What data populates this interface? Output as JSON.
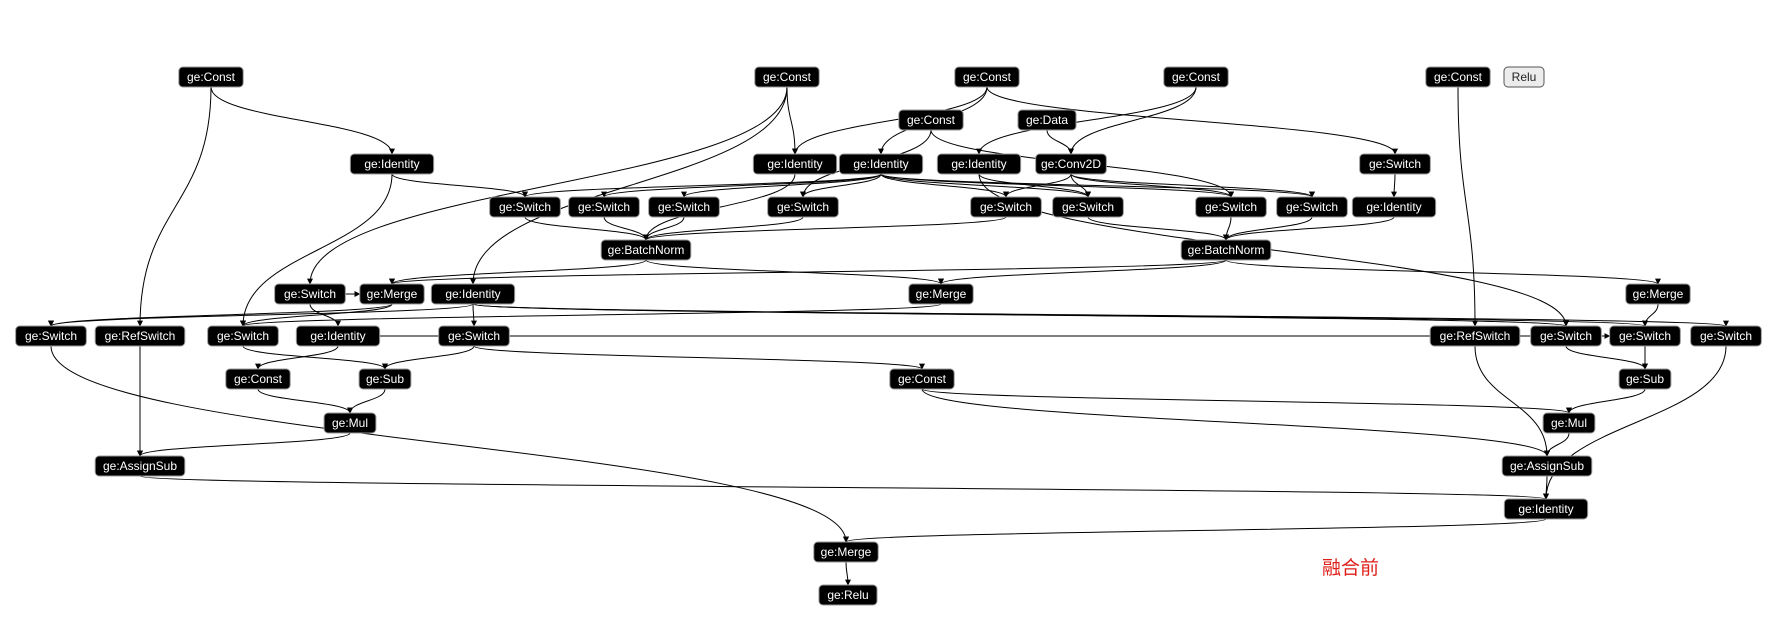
{
  "nodes": [
    {
      "id": "c1",
      "label": "ge:Const"
    },
    {
      "id": "c2",
      "label": "ge:Const"
    },
    {
      "id": "c3",
      "label": "ge:Const"
    },
    {
      "id": "c4",
      "label": "ge:Const"
    },
    {
      "id": "c5",
      "label": "ge:Const"
    },
    {
      "id": "relu0",
      "label": "Relu",
      "style": "light"
    },
    {
      "id": "c6",
      "label": "ge:Const"
    },
    {
      "id": "data",
      "label": "ge:Data"
    },
    {
      "id": "id1",
      "label": "ge:Identity"
    },
    {
      "id": "id2",
      "label": "ge:Identity"
    },
    {
      "id": "id3",
      "label": "ge:Identity"
    },
    {
      "id": "id4",
      "label": "ge:Identity"
    },
    {
      "id": "conv",
      "label": "ge:Conv2D"
    },
    {
      "id": "sw0",
      "label": "ge:Switch"
    },
    {
      "id": "sw1",
      "label": "ge:Switch"
    },
    {
      "id": "sw2",
      "label": "ge:Switch"
    },
    {
      "id": "sw3",
      "label": "ge:Switch"
    },
    {
      "id": "sw4",
      "label": "ge:Switch"
    },
    {
      "id": "sw5",
      "label": "ge:Switch"
    },
    {
      "id": "sw6",
      "label": "ge:Switch"
    },
    {
      "id": "sw7",
      "label": "ge:Switch"
    },
    {
      "id": "sw8",
      "label": "ge:Switch"
    },
    {
      "id": "id5",
      "label": "ge:Identity"
    },
    {
      "id": "bn1",
      "label": "ge:BatchNorm"
    },
    {
      "id": "bn2",
      "label": "ge:BatchNorm"
    },
    {
      "id": "sw9",
      "label": "ge:Switch"
    },
    {
      "id": "m1",
      "label": "ge:Merge"
    },
    {
      "id": "id6",
      "label": "ge:Identity"
    },
    {
      "id": "m2",
      "label": "ge:Merge"
    },
    {
      "id": "m3",
      "label": "ge:Merge"
    },
    {
      "id": "sw10",
      "label": "ge:Switch"
    },
    {
      "id": "rs1",
      "label": "ge:RefSwitch"
    },
    {
      "id": "sw11",
      "label": "ge:Switch"
    },
    {
      "id": "id7",
      "label": "ge:Identity"
    },
    {
      "id": "sw12",
      "label": "ge:Switch"
    },
    {
      "id": "rs2",
      "label": "ge:RefSwitch"
    },
    {
      "id": "sw13",
      "label": "ge:Switch"
    },
    {
      "id": "sw14",
      "label": "ge:Switch"
    },
    {
      "id": "sw15",
      "label": "ge:Switch"
    },
    {
      "id": "c7",
      "label": "ge:Const"
    },
    {
      "id": "sub1",
      "label": "ge:Sub"
    },
    {
      "id": "c8",
      "label": "ge:Const"
    },
    {
      "id": "sub2",
      "label": "ge:Sub"
    },
    {
      "id": "mul1",
      "label": "ge:Mul"
    },
    {
      "id": "mul2",
      "label": "ge:Mul"
    },
    {
      "id": "as1",
      "label": "ge:AssignSub"
    },
    {
      "id": "as2",
      "label": "ge:AssignSub"
    },
    {
      "id": "id8",
      "label": "ge:Identity"
    },
    {
      "id": "m4",
      "label": "ge:Merge"
    },
    {
      "id": "relu",
      "label": "ge:Relu"
    }
  ],
  "edges": [
    [
      "c1",
      "id1"
    ],
    [
      "c1",
      "rs1"
    ],
    [
      "c2",
      "sw9"
    ],
    [
      "c2",
      "id6"
    ],
    [
      "c2",
      "id2"
    ],
    [
      "c3",
      "id2"
    ],
    [
      "c3",
      "id3"
    ],
    [
      "c3",
      "sw8"
    ],
    [
      "c4",
      "conv"
    ],
    [
      "c4",
      "id4"
    ],
    [
      "c5",
      "rs2"
    ],
    [
      "c6",
      "sw3"
    ],
    [
      "c6",
      "sw6"
    ],
    [
      "data",
      "conv"
    ],
    [
      "id1",
      "sw0"
    ],
    [
      "id1",
      "sw11"
    ],
    [
      "id2",
      "bn1"
    ],
    [
      "id3",
      "sw0"
    ],
    [
      "id3",
      "sw1"
    ],
    [
      "id3",
      "sw2"
    ],
    [
      "id3",
      "sw3"
    ],
    [
      "id3",
      "sw4"
    ],
    [
      "id3",
      "sw5"
    ],
    [
      "id3",
      "sw6"
    ],
    [
      "id3",
      "sw7"
    ],
    [
      "id4",
      "sw5"
    ],
    [
      "id4",
      "sw13"
    ],
    [
      "conv",
      "sw4"
    ],
    [
      "conv",
      "sw5"
    ],
    [
      "conv",
      "sw6"
    ],
    [
      "conv",
      "sw7"
    ],
    [
      "sw8",
      "id5"
    ],
    [
      "sw0",
      "bn1"
    ],
    [
      "sw1",
      "bn1"
    ],
    [
      "sw2",
      "bn1"
    ],
    [
      "sw3",
      "bn1"
    ],
    [
      "sw4",
      "bn1"
    ],
    [
      "sw5",
      "bn2"
    ],
    [
      "sw6",
      "bn2"
    ],
    [
      "sw7",
      "bn2"
    ],
    [
      "id5",
      "bn2"
    ],
    [
      "bn1",
      "m1"
    ],
    [
      "bn1",
      "m2"
    ],
    [
      "bn2",
      "m1"
    ],
    [
      "bn2",
      "m2"
    ],
    [
      "bn2",
      "m3"
    ],
    [
      "sw9",
      "m1"
    ],
    [
      "sw9",
      "id7"
    ],
    [
      "m1",
      "sw10"
    ],
    [
      "m1",
      "sw11"
    ],
    [
      "m2",
      "sw11"
    ],
    [
      "m3",
      "sw14"
    ],
    [
      "id6",
      "sw10"
    ],
    [
      "id6",
      "sw12"
    ],
    [
      "id6",
      "sw13"
    ],
    [
      "id6",
      "sw14"
    ],
    [
      "id6",
      "sw15"
    ],
    [
      "sw11",
      "sub1"
    ],
    [
      "id7",
      "c7"
    ],
    [
      "id7",
      "sw14"
    ],
    [
      "sw12",
      "sub1"
    ],
    [
      "sw12",
      "c8"
    ],
    [
      "c7",
      "mul1"
    ],
    [
      "sub1",
      "mul1"
    ],
    [
      "sw13",
      "sub2"
    ],
    [
      "sw14",
      "sub2"
    ],
    [
      "c8",
      "mul2"
    ],
    [
      "sub2",
      "mul2"
    ],
    [
      "mul1",
      "as1"
    ],
    [
      "rs1",
      "as1"
    ],
    [
      "mul2",
      "as2"
    ],
    [
      "rs2",
      "as2"
    ],
    [
      "c8",
      "as2"
    ],
    [
      "as1",
      "id8"
    ],
    [
      "as2",
      "id8"
    ],
    [
      "sw15",
      "id8"
    ],
    [
      "sw10",
      "m4"
    ],
    [
      "id8",
      "m4"
    ],
    [
      "m4",
      "relu"
    ]
  ],
  "caption": "融合前"
}
